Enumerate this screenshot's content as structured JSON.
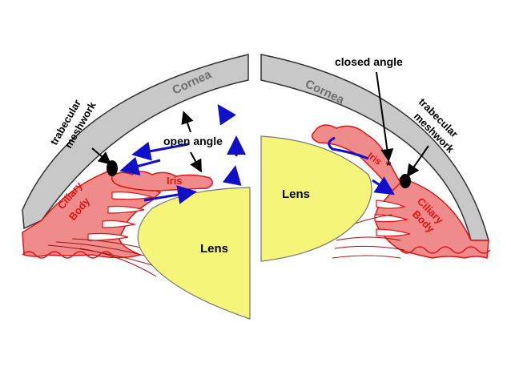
{
  "left_panel": {
    "cornea_label": "Cornea",
    "meshwork_label_line1": "trabecular",
    "meshwork_label_line2": "meshwork",
    "angle_label": "open angle",
    "iris_label": "Iris",
    "ciliary_label_line1": "Ciliary",
    "ciliary_label_line2": "Body",
    "lens_label": "Lens"
  },
  "right_panel": {
    "cornea_label": "Cornea",
    "angle_label": "closed angle",
    "meshwork_label_line1": "trabecular",
    "meshwork_label_line2": "meshwork",
    "iris_label": "Iris",
    "closure_marker": "*",
    "ciliary_label_line1": "Ciliary",
    "ciliary_label_line2": "Body",
    "lens_label": "Lens"
  },
  "colors": {
    "cornea_fill": "#c8c8c8",
    "tissue_fill": "#f08b8b",
    "tissue_outline": "#e01414",
    "lens_fill": "#f5f57a",
    "flow_arrow": "#1010c8",
    "meshwork": "#000000"
  }
}
